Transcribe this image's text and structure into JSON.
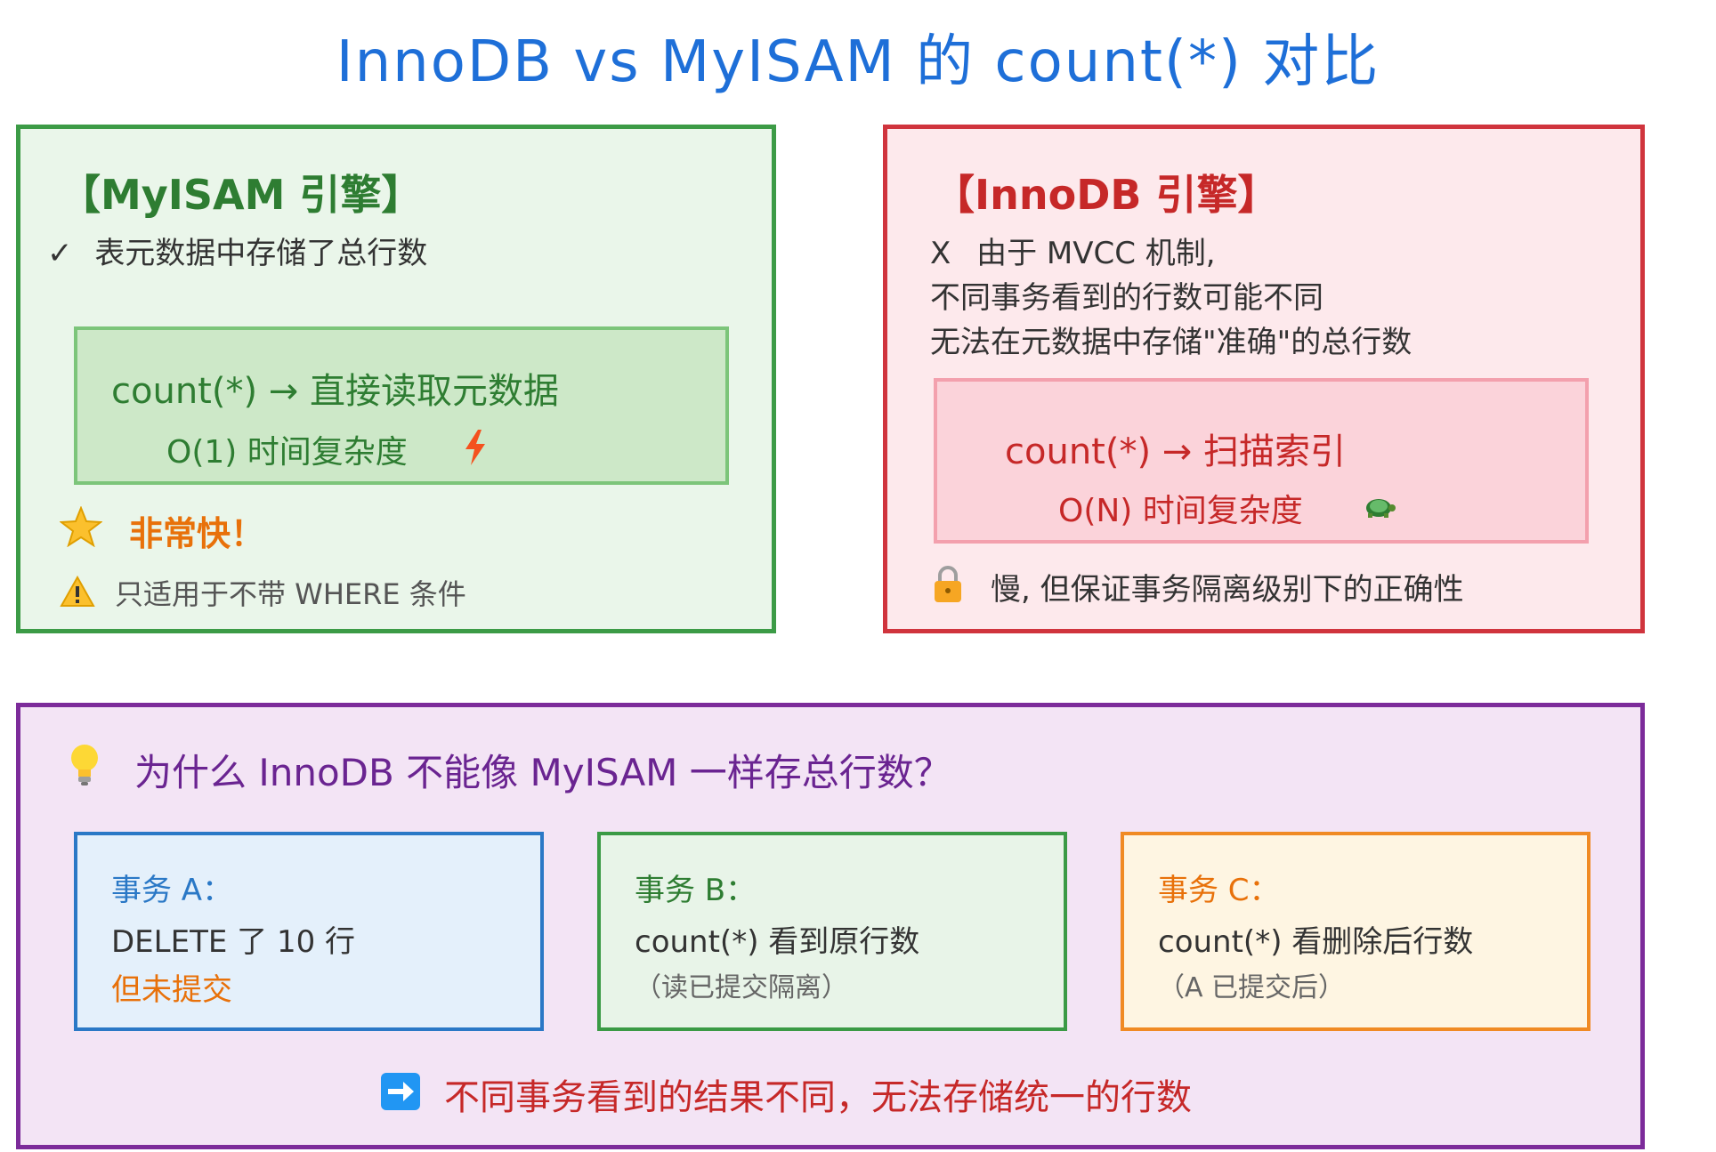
{
  "title": "InnoDB vs MyISAM 的 count(*) 对比",
  "myisam": {
    "heading": "【MyISAM 引擎】",
    "check_mark": "✓",
    "feature": "表元数据中存储了总行数",
    "code": "count(*) → 直接读取元数据",
    "complexity": "O(1) 时间复杂度",
    "fast_label": "非常快！",
    "warning": "只适用于不带 WHERE 条件",
    "colors": {
      "border": "#3c9b46",
      "fill": "#eaf6ea",
      "code": "#2e7d32",
      "fast": "#e8710a"
    },
    "icons": [
      "lightning-icon",
      "star-icon",
      "warning-icon"
    ]
  },
  "innodb": {
    "heading": "【InnoDB 引擎】",
    "x_mark": "X",
    "line1": "由于 MVCC 机制,",
    "line2": "不同事务看到的行数可能不同",
    "line3": "无法在元数据中存储\"准确\"的总行数",
    "code": "count(*) → 扫描索引",
    "complexity": "O(N) 时间复杂度",
    "note": "慢, 但保证事务隔离级别下的正确性",
    "colors": {
      "border": "#d0343d",
      "fill": "#fde9ec",
      "code": "#c62828"
    },
    "icons": [
      "turtle-icon",
      "lock-icon"
    ]
  },
  "question": {
    "text": "为什么 InnoDB 不能像 MyISAM 一样存总行数？",
    "icon": "lightbulb-icon",
    "color": "#6a2491",
    "transactions": [
      {
        "title": "事务 A：",
        "line": "DELETE 了 10 行",
        "note": "但未提交",
        "color": "#2a78c6"
      },
      {
        "title": "事务 B：",
        "line": "count(*) 看到原行数",
        "note": "（读已提交隔离）",
        "color": "#3a9a45"
      },
      {
        "title": "事务 C：",
        "line": "count(*) 看删除后行数",
        "note": "（A 已提交后）",
        "color": "#f08a24"
      }
    ],
    "conclusion": "不同事务看到的结果不同，无法存储统一的行数",
    "conclusion_icon": "arrow-right-icon"
  }
}
